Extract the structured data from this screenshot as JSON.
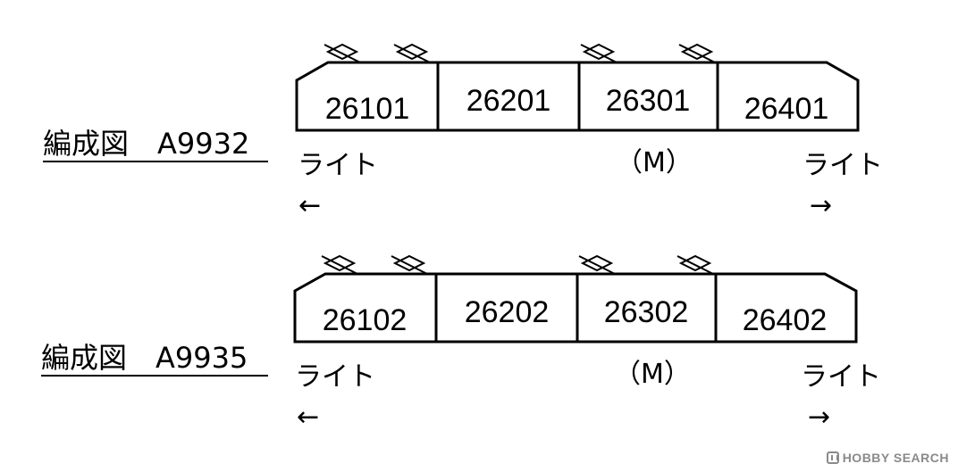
{
  "formations": [
    {
      "label": "編成図　A9932",
      "cars": [
        "26101",
        "26201",
        "26301",
        "26401"
      ],
      "left_light": "ライト",
      "right_light": "ライト",
      "motor": "（M）",
      "left_arrow": "←",
      "right_arrow": "→"
    },
    {
      "label": "編成図　A9935",
      "cars": [
        "26102",
        "26202",
        "26302",
        "26402"
      ],
      "left_light": "ライト",
      "right_light": "ライト",
      "motor": "（M）",
      "left_arrow": "←",
      "right_arrow": "→"
    }
  ],
  "watermark": {
    "text": "HOBBY SEARCH",
    "icon": "hobby-search-logo-icon"
  },
  "colors": {
    "line": "#000000",
    "watermark": "#8a8a8a"
  }
}
